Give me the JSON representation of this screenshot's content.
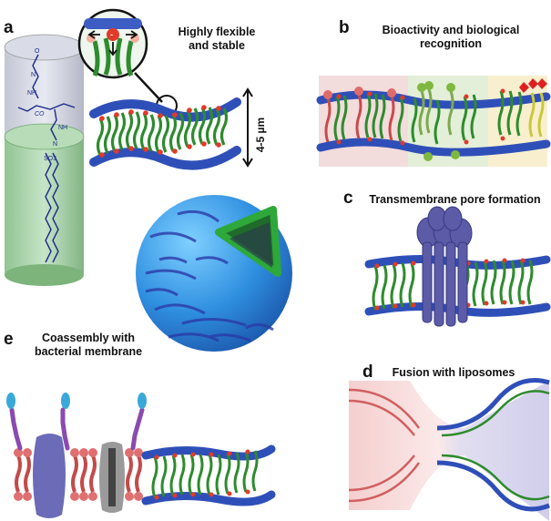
{
  "panels": {
    "a": {
      "letter": "a",
      "caption_line1": "Highly flexible",
      "caption_line2": "and stable",
      "thickness": "4-5 µm"
    },
    "b": {
      "letter": "b",
      "caption_line1": "Bioactivity and biological",
      "caption_line2": "recognition"
    },
    "c": {
      "letter": "c",
      "caption": "Transmembrane pore formation"
    },
    "d": {
      "letter": "d",
      "caption": "Fusion with liposomes"
    },
    "e": {
      "letter": "e",
      "caption_line1": "Coassembly with",
      "caption_line2": "bacterial membrane"
    }
  },
  "molecule": {
    "charge_minus": "-",
    "charge_plus": "+",
    "atom_o": "O",
    "atom_n": "N",
    "group_nh": "NH",
    "group_co": "CO",
    "group_so3": "SO3"
  },
  "colors": {
    "green_lipid": "#2e8b2e",
    "red_head": "#e23a2a",
    "blue_membrane": "#2f4fb8",
    "sphere_blue": "#3fa9f0",
    "pink_lipid": "#e08080",
    "purple_protein": "#5b5ba8"
  }
}
